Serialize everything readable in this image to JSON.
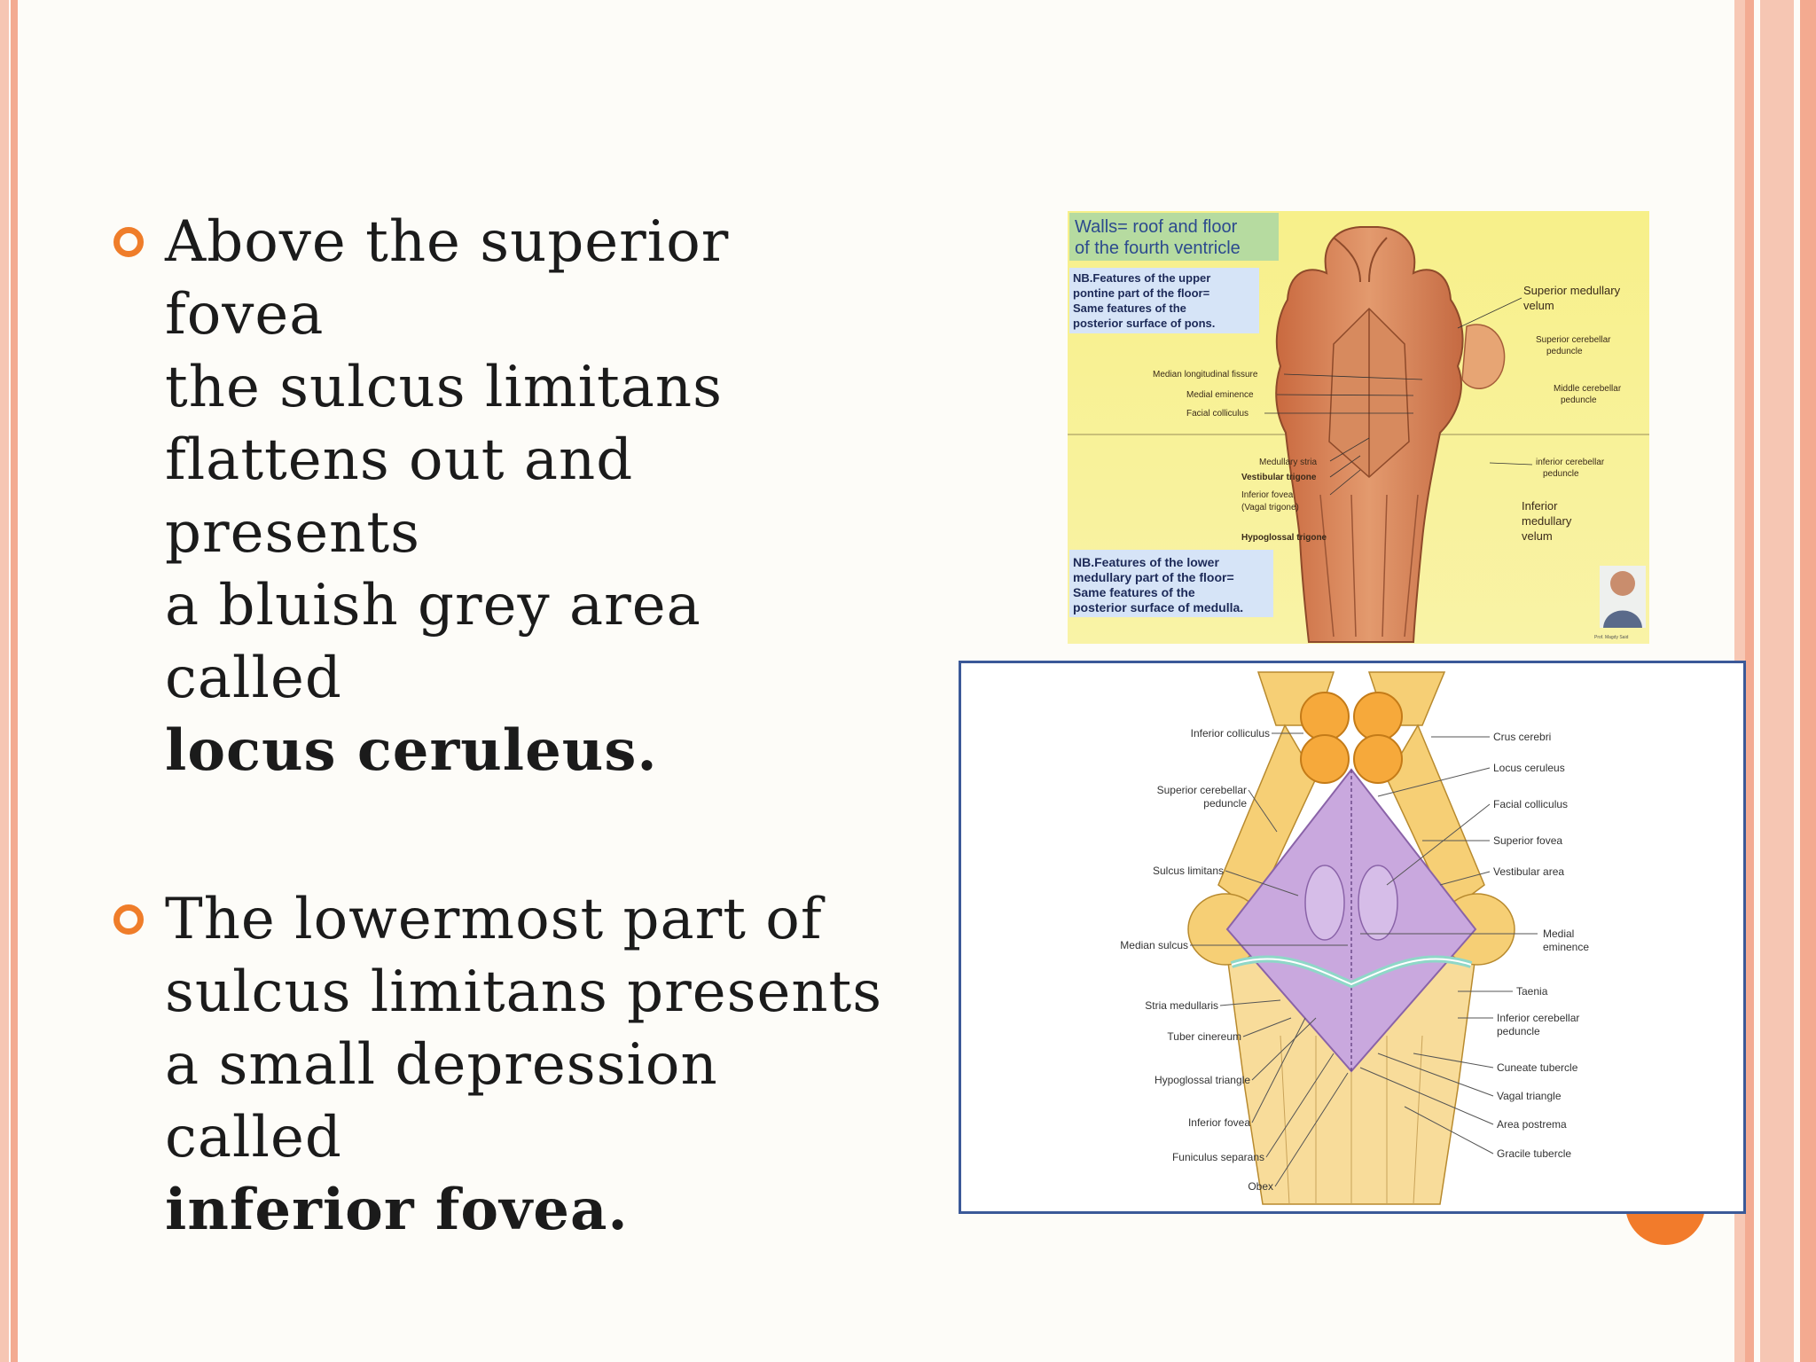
{
  "bullets": [
    {
      "lines": [
        "Above the superior fovea",
        "the sulcus limitans",
        "flattens out and presents",
        "a bluish grey area called"
      ],
      "bold": "locus ceruleus."
    },
    {
      "lines": [
        "The lowermost part of",
        "sulcus limitans presents",
        "a small depression called"
      ],
      "bold": "inferior fovea."
    }
  ],
  "figure1": {
    "title_lines": [
      "Walls= roof and floor",
      "of the fourth ventricle"
    ],
    "note_upper": [
      "NB.Features of the upper",
      "pontine part of the floor=",
      "Same features of the",
      "posterior surface of pons."
    ],
    "note_lower": [
      "NB.Features of the lower",
      "medullary part of the floor=",
      "Same features of the",
      "posterior surface of medulla."
    ],
    "labels": {
      "sup_medullary_velum": [
        "Superior medullary",
        "velum"
      ],
      "sup_cerebellar": [
        "Superior cerebellar",
        "peduncle"
      ],
      "mid_cerebellar": [
        "Middle cerebellar",
        "peduncle"
      ],
      "median_fissure": "Median longitudinal fissure",
      "medial_eminence": "Medial eminence",
      "facial_colliculus": "Facial colliculus",
      "medullary_stria": "Medullary stria",
      "vestibular_trigone": "Vestibular trigone",
      "inferior_fovea": [
        "Inferior fovea",
        "(Vagal trigone)"
      ],
      "hypoglossal_trigone": "Hypoglossal trigone",
      "inf_cerebellar": [
        "inferior cerebellar",
        "peduncle"
      ],
      "inf_medullary_velum": [
        "Inferior",
        "medullary",
        "velum"
      ],
      "signature": "Prof. Magdy Said"
    }
  },
  "figure2": {
    "left_labels": [
      "Inferior colliculus",
      "Superior cerebellar\npeduncle",
      "Sulcus limitans",
      "Median sulcus",
      "Stria medullaris",
      "Tuber cinereum",
      "Hypoglossal triangle",
      "Inferior fovea",
      "Funiculus separans",
      "Obex"
    ],
    "right_labels": [
      "Crus cerebri",
      "Locus ceruleus",
      "Facial colliculus",
      "Superior fovea",
      "Vestibular area",
      "Medial\neminence",
      "Taenia",
      "Inferior cerebellar\npeduncle",
      "Cuneate tubercle",
      "Vagal triangle",
      "Area postrema",
      "Gracile tubercle"
    ]
  }
}
